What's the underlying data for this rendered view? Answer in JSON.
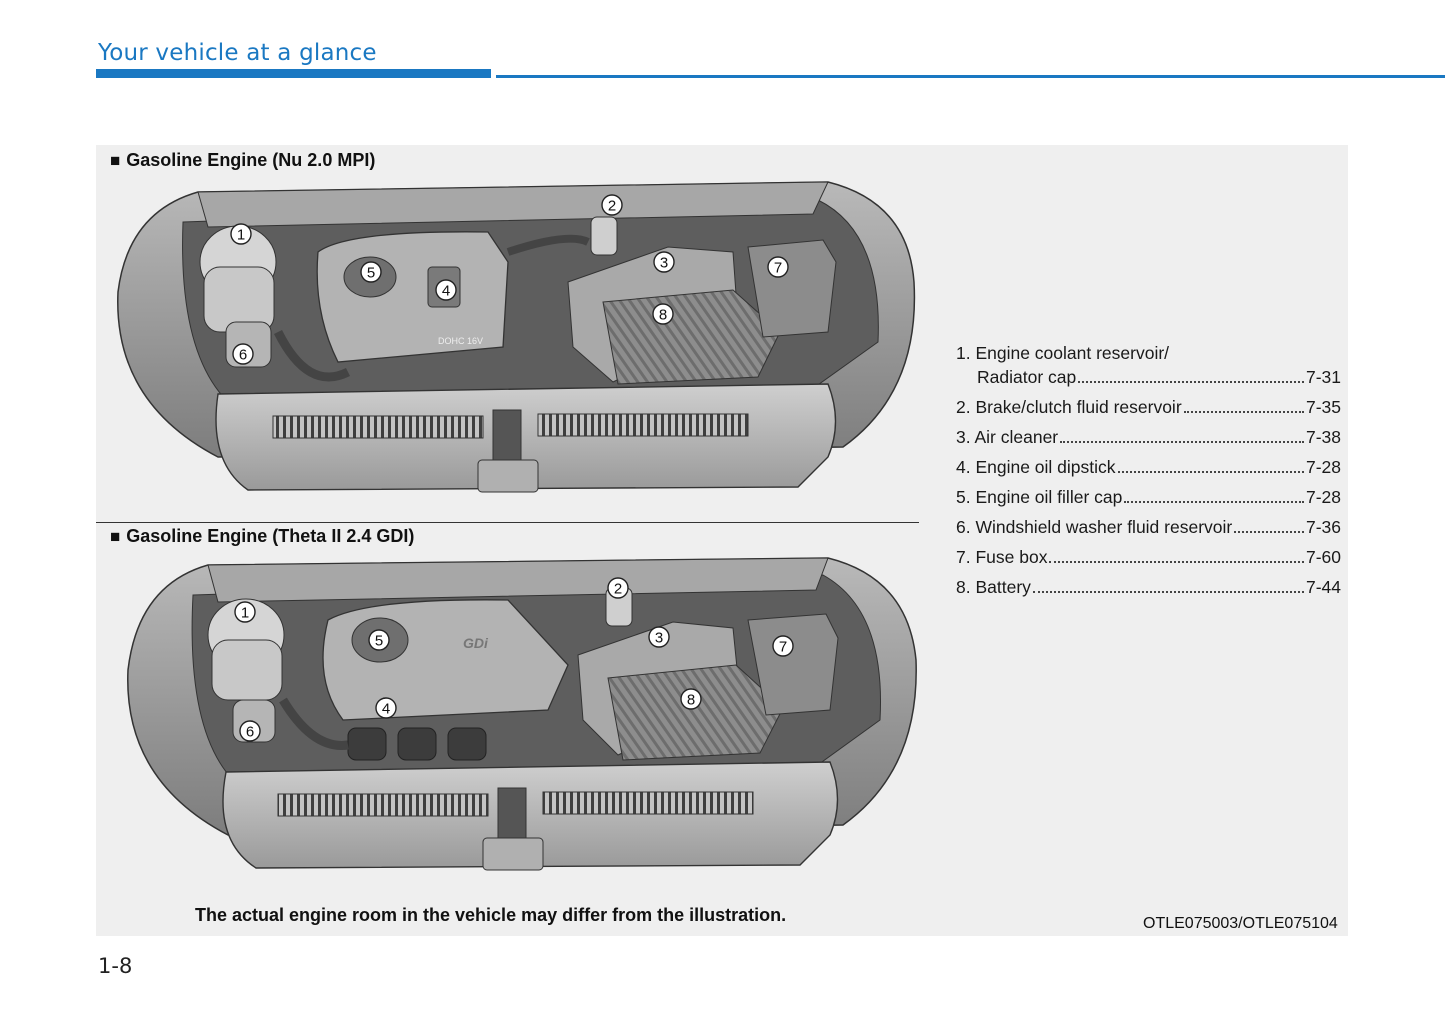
{
  "header": {
    "title": "Your vehicle at a glance"
  },
  "sections": [
    {
      "bullet": "■",
      "title": "Gasoline Engine (Nu 2.0 MPI)",
      "engine_mark": "DOHC 16V"
    },
    {
      "bullet": "■",
      "title": "Gasoline Engine (Theta II 2.4 GDI)",
      "engine_mark": "GDi"
    }
  ],
  "callouts": [
    "1",
    "2",
    "3",
    "4",
    "5",
    "6",
    "7",
    "8"
  ],
  "legend": [
    {
      "text": "1. Engine coolant reservoir/",
      "sub": "Radiator cap",
      "page": "7-31"
    },
    {
      "text": "2. Brake/clutch fluid reservoir",
      "page": "7-35"
    },
    {
      "text": "3. Air cleaner",
      "page": "7-38"
    },
    {
      "text": "4. Engine oil dipstick",
      "page": "7-28"
    },
    {
      "text": "5. Engine oil filler cap",
      "page": "7-28"
    },
    {
      "text": "6. Windshield washer fluid reservoir",
      "page": "7-36"
    },
    {
      "text": "7. Fuse box",
      "page": "7-60"
    },
    {
      "text": "8. Battery",
      "page": "7-44"
    }
  ],
  "note": "The actual engine room in the vehicle may differ from the illustration.",
  "figure_code": "OTLE075003/OTLE075104",
  "page_number": "1-8"
}
